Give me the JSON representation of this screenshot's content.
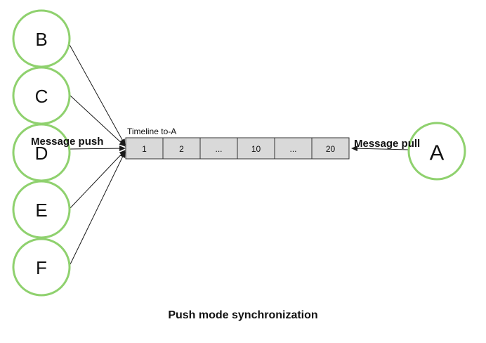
{
  "timeline": {
    "label": "Timeline to-A",
    "cells": [
      "1",
      "2",
      "...",
      "10",
      "...",
      "20"
    ]
  },
  "senders": [
    {
      "id": "b",
      "label": "B"
    },
    {
      "id": "c",
      "label": "C"
    },
    {
      "id": "d",
      "label": "D"
    },
    {
      "id": "e",
      "label": "E"
    },
    {
      "id": "f",
      "label": "F"
    }
  ],
  "receiver": {
    "id": "a",
    "label": "A"
  },
  "flows": {
    "push_label": "Message push",
    "pull_label": "Message pull"
  },
  "caption": "Push mode synchronization",
  "colors": {
    "node_stroke": "#8fd16e",
    "cell_fill": "#d9d9d9"
  }
}
